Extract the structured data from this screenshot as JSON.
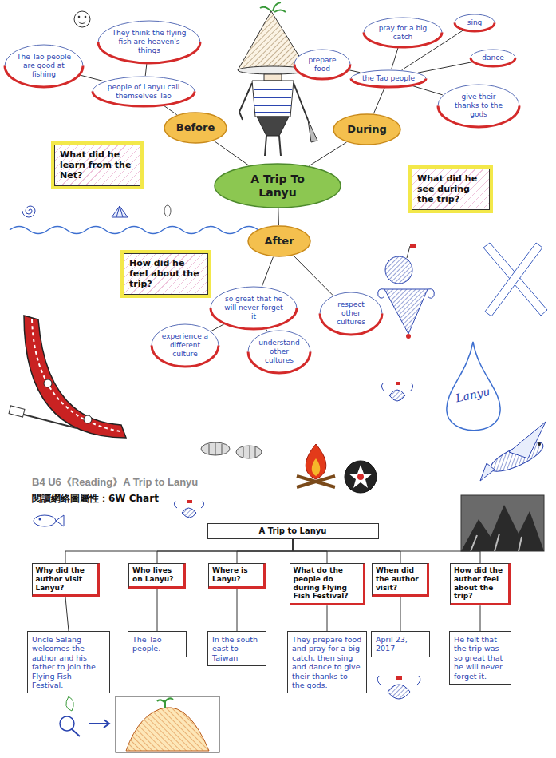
{
  "diagram": {
    "title": "B4 U6《Reading》A Trip to Lanyu",
    "nodes": [
      {
        "text": [
          "The Tao people are good at fishing"
        ]
      },
      {
        "text": [
          "They think the flying fish are heaven's things"
        ]
      },
      {
        "text": [
          "people of Lanyu call themselves Tao"
        ]
      },
      {
        "text": [
          "pray for a big catch"
        ]
      },
      {
        "text": [
          "sing"
        ]
      },
      {
        "text": [
          "prepare food"
        ]
      },
      {
        "text": [
          "the Tao people"
        ]
      },
      {
        "text": [
          "dance"
        ]
      },
      {
        "text": [
          "give their thanks to the gods"
        ]
      },
      {
        "text": [
          "Before"
        ]
      },
      {
        "text": [
          "During"
        ]
      },
      {
        "text": [
          "What did he learn from the Net?"
        ]
      },
      {
        "text": [
          "A Trip To Lanyu"
        ]
      },
      {
        "text": [
          "What did he see during the trip?"
        ]
      },
      {
        "text": [
          "After"
        ]
      },
      {
        "text": [
          "How did he feel about the trip?"
        ]
      },
      {
        "text": [
          "respect other cultures"
        ]
      },
      {
        "text": [
          "so great that he will never forget it"
        ]
      },
      {
        "text": [
          "experience a different culture"
        ]
      },
      {
        "text": [
          "understand other cultures"
        ]
      },
      {
        "text": [
          "A Trip to Lanyu"
        ]
      },
      {
        "text": [
          "Why did the author visit Lanyu?"
        ]
      },
      {
        "text": [
          "Who lives on Lanyu?"
        ]
      },
      {
        "text": [
          "Where is Lanyu?"
        ]
      },
      {
        "text": [
          "What do the people do during Flying Fish Festival?"
        ]
      },
      {
        "text": [
          "When did the author visit?"
        ]
      },
      {
        "text": [
          "How did the author feel about the trip?"
        ]
      },
      {
        "text": [
          "Uncle Salang welcomes the author and his father to join the Flying Fish Festival."
        ]
      },
      {
        "text": [
          "The Tao people."
        ]
      },
      {
        "text": [
          "In the south east to Taiwan"
        ]
      },
      {
        "text": [
          "They prepare food and pray for a big catch, then sing and dance to give their thanks to the gods."
        ]
      },
      {
        "text": [
          "April 23, 2017"
        ]
      },
      {
        "text": [
          "He felt that the trip was so great that he will never forget it."
        ]
      }
    ],
    "edges": [
      {
        "from": 12,
        "to": 9,
        "arrow": "none"
      },
      {
        "from": 12,
        "to": 10,
        "arrow": "none"
      },
      {
        "from": 12,
        "to": 14,
        "arrow": "none"
      },
      {
        "from": 9,
        "to": 2,
        "arrow": "none"
      },
      {
        "from": 2,
        "to": 0,
        "arrow": "none"
      },
      {
        "from": 2,
        "to": 1,
        "arrow": "none"
      },
      {
        "from": 10,
        "to": 6,
        "arrow": "none"
      },
      {
        "from": 6,
        "to": 3,
        "arrow": "none"
      },
      {
        "from": 6,
        "to": 4,
        "arrow": "none"
      },
      {
        "from": 6,
        "to": 5,
        "arrow": "none"
      },
      {
        "from": 6,
        "to": 7,
        "arrow": "none"
      },
      {
        "from": 6,
        "to": 8,
        "arrow": "none"
      },
      {
        "from": 14,
        "to": 17,
        "arrow": "none"
      },
      {
        "from": 14,
        "to": 16,
        "arrow": "none"
      },
      {
        "from": 17,
        "to": 18,
        "arrow": "none"
      },
      {
        "from": 17,
        "to": 19,
        "arrow": "none"
      },
      {
        "from": 20,
        "to": 21,
        "arrow": "none"
      },
      {
        "from": 20,
        "to": 22,
        "arrow": "none"
      },
      {
        "from": 20,
        "to": 23,
        "arrow": "none"
      },
      {
        "from": 20,
        "to": 24,
        "arrow": "none"
      },
      {
        "from": 20,
        "to": 25,
        "arrow": "none"
      },
      {
        "from": 20,
        "to": 26,
        "arrow": "none"
      },
      {
        "from": 21,
        "to": 27,
        "arrow": "none"
      },
      {
        "from": 22,
        "to": 28,
        "arrow": "none"
      },
      {
        "from": 23,
        "to": 29,
        "arrow": "none"
      },
      {
        "from": 24,
        "to": 30,
        "arrow": "none"
      },
      {
        "from": 25,
        "to": 31,
        "arrow": "none"
      },
      {
        "from": 26,
        "to": 32,
        "arrow": "none"
      }
    ],
    "labels": [
      "閱讀網絡圖屬性：6W Chart",
      "Lanyu"
    ]
  }
}
